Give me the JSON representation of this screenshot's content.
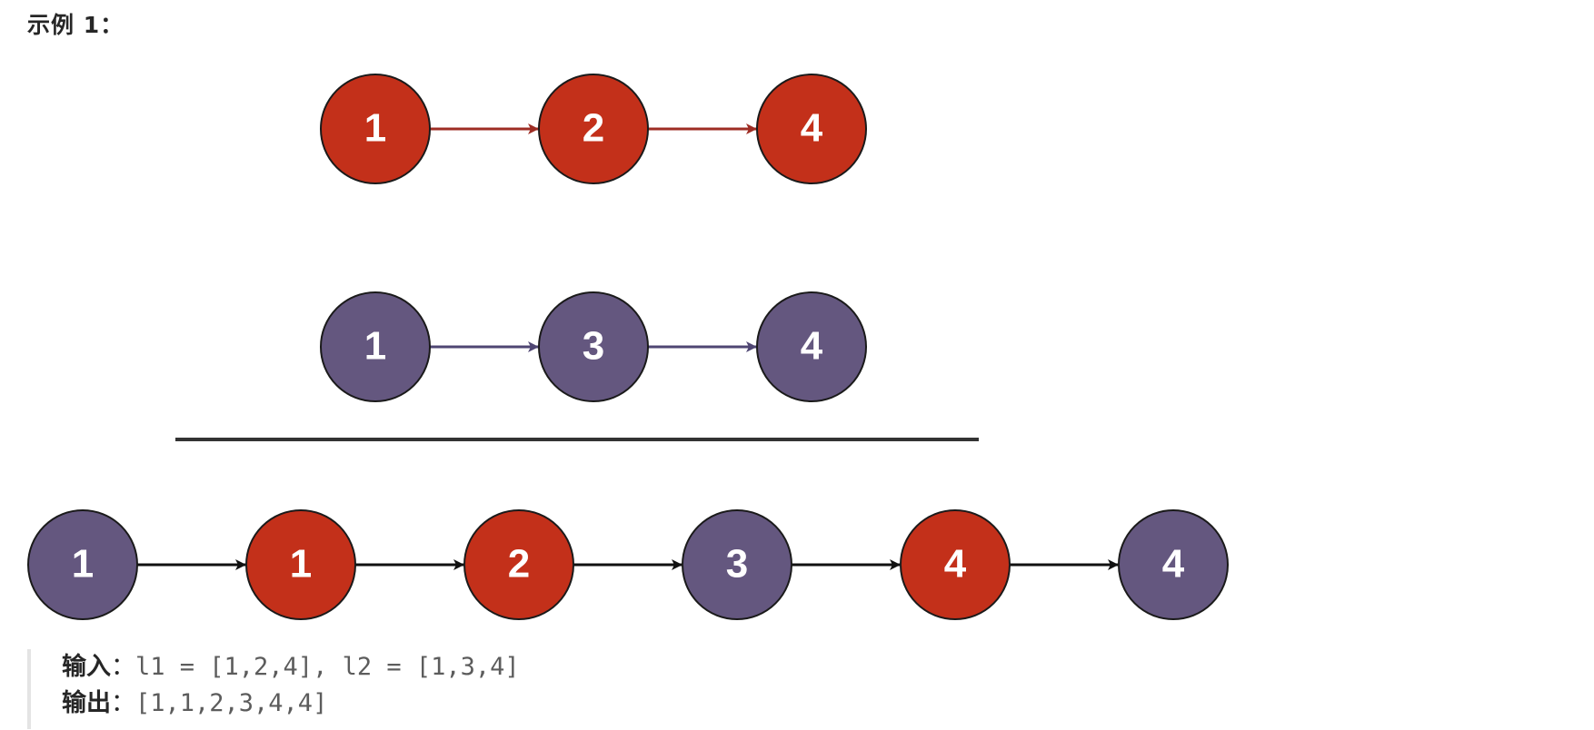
{
  "heading": "示例 1：",
  "colors": {
    "list1_fill": "#c3301a",
    "list2_fill": "#64577f",
    "list1_arrow": "#9e2d24",
    "list2_arrow": "#4f4673",
    "merged_arrow": "#111111",
    "node_stroke": "#1a1a1a",
    "divider": "#333333"
  },
  "diagram": {
    "list1": {
      "nodes": [
        {
          "value": "1",
          "list": "l1"
        },
        {
          "value": "2",
          "list": "l1"
        },
        {
          "value": "4",
          "list": "l1"
        }
      ]
    },
    "list2": {
      "nodes": [
        {
          "value": "1",
          "list": "l2"
        },
        {
          "value": "3",
          "list": "l2"
        },
        {
          "value": "4",
          "list": "l2"
        }
      ]
    },
    "merged": {
      "nodes": [
        {
          "value": "1",
          "list": "l2"
        },
        {
          "value": "1",
          "list": "l1"
        },
        {
          "value": "2",
          "list": "l1"
        },
        {
          "value": "3",
          "list": "l2"
        },
        {
          "value": "4",
          "list": "l1"
        },
        {
          "value": "4",
          "list": "l2"
        }
      ]
    }
  },
  "example": {
    "input_label": "输入",
    "input_sep": "：",
    "input_value": "l1 = [1,2,4], l2 = [1,3,4]",
    "output_label": "输出",
    "output_sep": "：",
    "output_value": "[1,1,2,3,4,4]"
  }
}
